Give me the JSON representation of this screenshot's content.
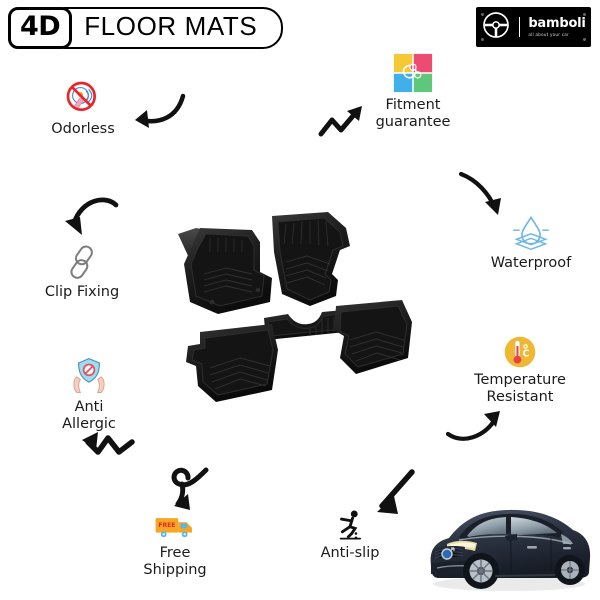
{
  "header": {
    "badge": "4D",
    "title": "FLOOR MATS",
    "brand": {
      "name": "bamboli",
      "tagline": "all about your car",
      "logo_icon": "steering-wheel-icon",
      "background_color": "#000000"
    }
  },
  "features": [
    {
      "id": "odorless",
      "label": "Odorless",
      "icon": "no-odor-icon",
      "colors": {
        "prohibition": "#e8252a",
        "accent": "#4a90d9"
      }
    },
    {
      "id": "fitment-guarantee",
      "label": "Fitment\nguarantee",
      "label_lines": [
        "Fitment",
        "guarantee"
      ],
      "icon": "puzzle-pieces-icon",
      "colors": {
        "top_left": "#f5c935",
        "top_right": "#ec4b72",
        "bottom_left": "#42b0e8",
        "bottom_right": "#5fc77a"
      }
    },
    {
      "id": "waterproof",
      "label": "Waterproof",
      "icon": "water-droplet-layers-icon",
      "colors": {
        "droplet": "#6cb6e8",
        "layers": "#6cb6e8"
      }
    },
    {
      "id": "clip-fixing",
      "label": "Clip Fixing",
      "icon": "chain-link-icon",
      "colors": {
        "link": "#7d7d7d"
      }
    },
    {
      "id": "anti-allergic",
      "label": "Anti\nAllergic",
      "label_lines": [
        "Anti",
        "Allergic"
      ],
      "icon": "shield-hands-icon",
      "colors": {
        "shield": "#9fdcf2",
        "ban": "#e8505b",
        "hands": "#f6cfc0"
      }
    },
    {
      "id": "temperature-resistant",
      "label": "Temperature\nResistant",
      "label_lines": [
        "Temperature",
        "Resistant"
      ],
      "icon": "thermometer-celsius-icon",
      "colors": {
        "circle": "#f0b732",
        "thermometer": "#e8414a"
      }
    },
    {
      "id": "free-shipping",
      "label": "Free\nShipping",
      "label_lines": [
        "Free",
        "Shipping"
      ],
      "icon": "delivery-truck-icon",
      "badge_text": "FREE",
      "colors": {
        "truck": "#f5a623",
        "badge": "#e8252a",
        "wheels": "#4a90d9"
      }
    },
    {
      "id": "anti-slip",
      "label": "Anti-slip",
      "icon": "slipping-person-icon",
      "colors": {
        "figure": "#111111"
      }
    }
  ],
  "arrows": [
    {
      "id": "arrow-to-odorless",
      "style": "curved",
      "direction": "left"
    },
    {
      "id": "arrow-to-fitment",
      "style": "zigzag",
      "direction": "up-right"
    },
    {
      "id": "arrow-to-waterproof",
      "style": "curved",
      "direction": "down-right"
    },
    {
      "id": "arrow-to-clip-fixing",
      "style": "curved",
      "direction": "down-left"
    },
    {
      "id": "arrow-to-anti-allergic",
      "style": "squiggle",
      "direction": "left"
    },
    {
      "id": "arrow-to-temperature",
      "style": "curved",
      "direction": "up-right"
    },
    {
      "id": "arrow-to-free-shipping",
      "style": "looped",
      "direction": "down-left"
    },
    {
      "id": "arrow-to-anti-slip",
      "style": "straight",
      "direction": "down-left"
    }
  ],
  "product": {
    "mats_image": "black-3d-floor-mat-set",
    "mats_count": 5,
    "mats_color": "#111111",
    "car_image": "dark-sedan-volvo-s60",
    "car_color": "#2b3340"
  }
}
